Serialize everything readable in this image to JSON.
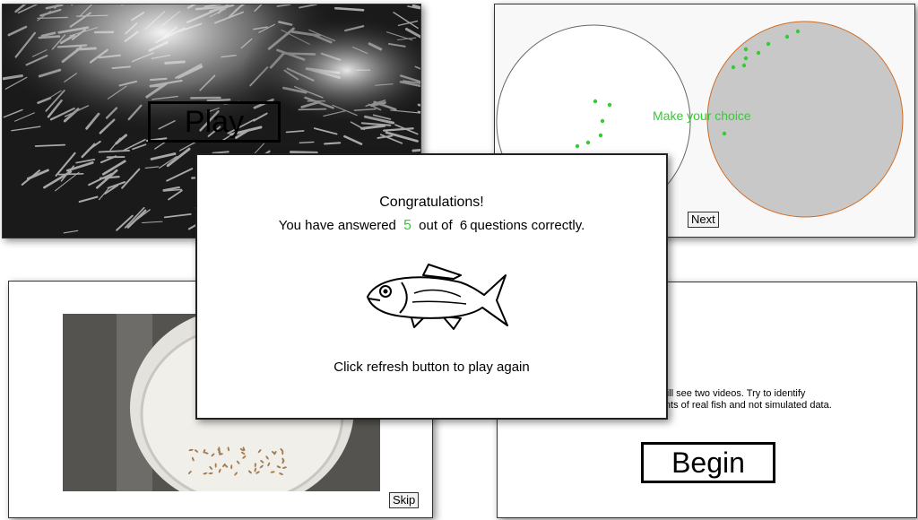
{
  "panels": {
    "play": {
      "button_label": "Play"
    },
    "choice": {
      "prompt": "Make your choice",
      "next_label": "Next",
      "dot_color": "#33cc33",
      "right_circle_fill": "#c8c8c8",
      "right_circle_stroke": "#d2691e"
    },
    "skip": {
      "skip_label": "Skip"
    },
    "begin": {
      "instruction_line1": "you will see two videos. Try to identify",
      "instruction_line2": "vements of real fish and not simulated data.",
      "begin_label": "Begin"
    },
    "congrats": {
      "title": "Congratulations!",
      "score_prefix": "You have answered",
      "score_correct": "5",
      "score_middle": "out of",
      "score_total": "6",
      "score_suffix": "questions correctly.",
      "refresh_text": "Click refresh button to play again",
      "accent_color": "#33cc33"
    }
  }
}
